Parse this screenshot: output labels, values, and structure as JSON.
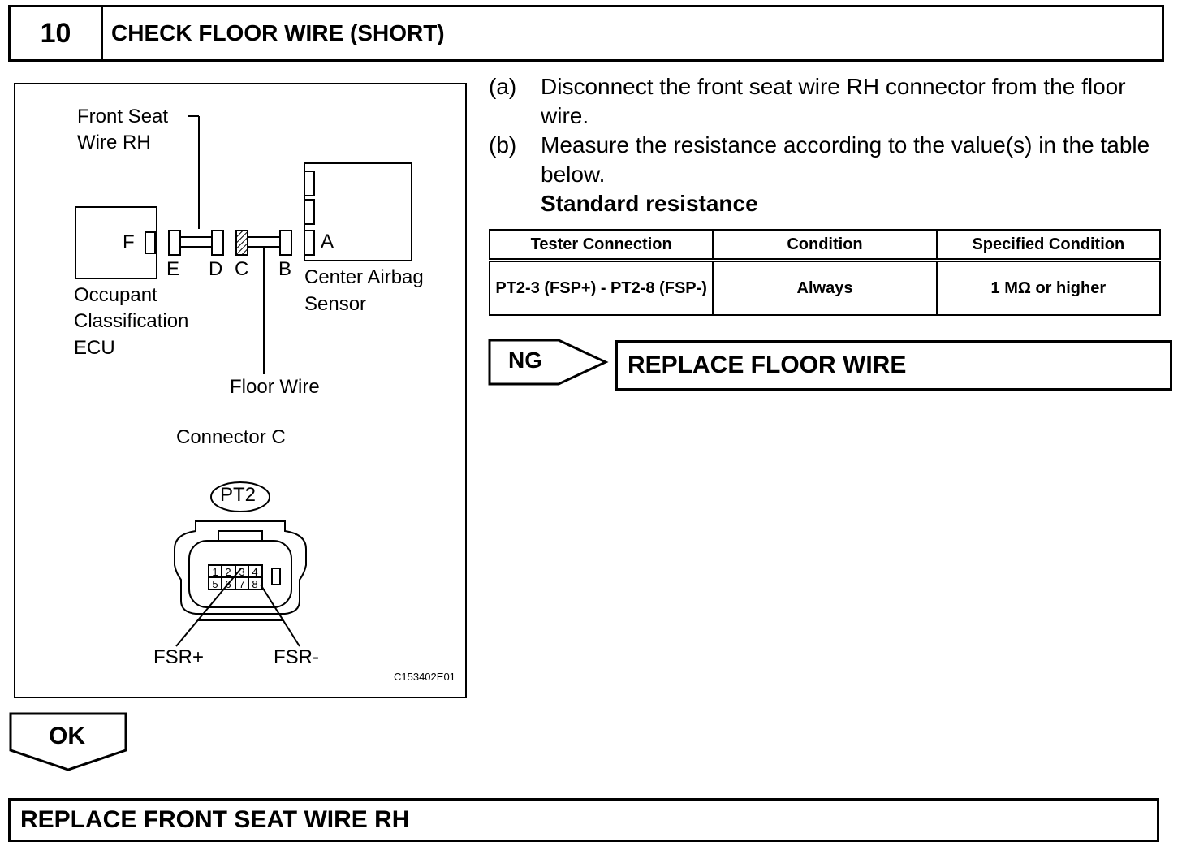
{
  "header": {
    "step_number": "10",
    "title": "CHECK FLOOR WIRE (SHORT)"
  },
  "diagram": {
    "front_seat_wire_label_line1": "Front Seat",
    "front_seat_wire_label_line2": "Wire RH",
    "ecu_connector_letter": "F",
    "sensor_connector_letter": "A",
    "connector_letters": [
      "E",
      "D",
      "C",
      "B"
    ],
    "ecu_label_lines": [
      "Occupant",
      "Classification",
      "ECU"
    ],
    "sensor_label_lines": [
      "Center Airbag",
      "Sensor"
    ],
    "floor_wire_label": "Floor Wire",
    "connector_c_label": "Connector C",
    "connector_id": "PT2",
    "pin_numbers": [
      "1",
      "2",
      "3",
      "4",
      "5",
      "6",
      "7",
      "8"
    ],
    "fsr_plus_label": "FSR+",
    "fsr_minus_label": "FSR-",
    "figure_code": "C153402E01"
  },
  "steps": [
    {
      "letter": "(a)",
      "text": "Disconnect the front seat wire RH connector from the floor wire."
    },
    {
      "letter": "(b)",
      "text": "Measure the resistance according to the value(s) in the table below."
    }
  ],
  "standard_heading": "Standard resistance",
  "table": {
    "headers": [
      "Tester Connection",
      "Condition",
      "Specified Condition"
    ],
    "rows": [
      [
        "PT2-3 (FSP+) - PT2-8 (FSP-)",
        "Always",
        "1 MΩ or higher"
      ]
    ]
  },
  "ng": {
    "label": "NG",
    "result": "REPLACE FLOOR WIRE"
  },
  "ok": {
    "label": "OK",
    "result": "REPLACE FRONT SEAT WIRE RH"
  }
}
